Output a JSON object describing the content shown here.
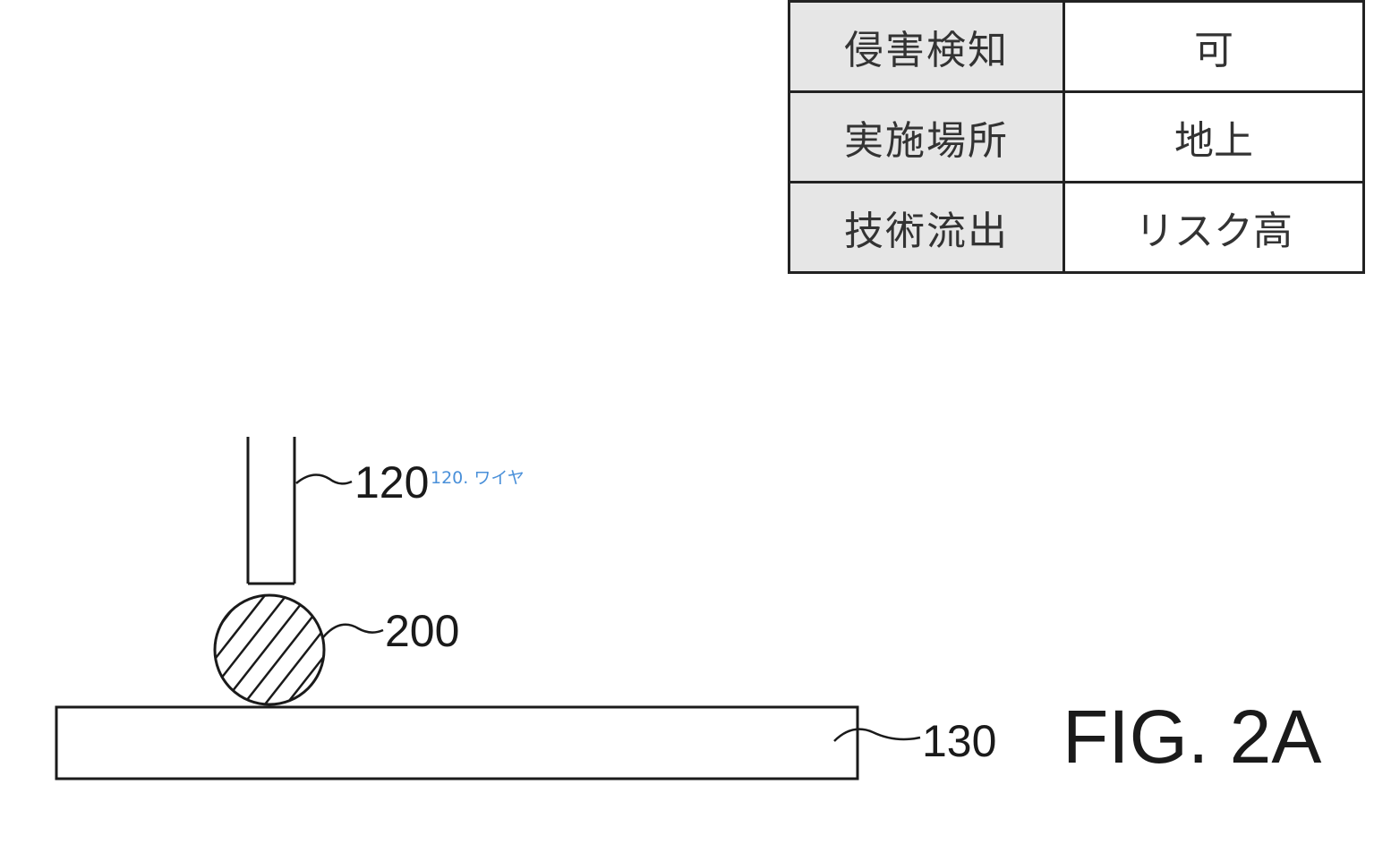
{
  "table": {
    "rows": [
      {
        "label": "侵害検知",
        "value": "可"
      },
      {
        "label": "実施場所",
        "value": "地上"
      },
      {
        "label": "技術流出",
        "value": "リスク高"
      }
    ]
  },
  "figure": {
    "wire_ref": "120",
    "wire_note": "120. ワイヤ",
    "ball_ref": "200",
    "substrate_ref": "130",
    "fig_label": "FIG. 2A"
  }
}
